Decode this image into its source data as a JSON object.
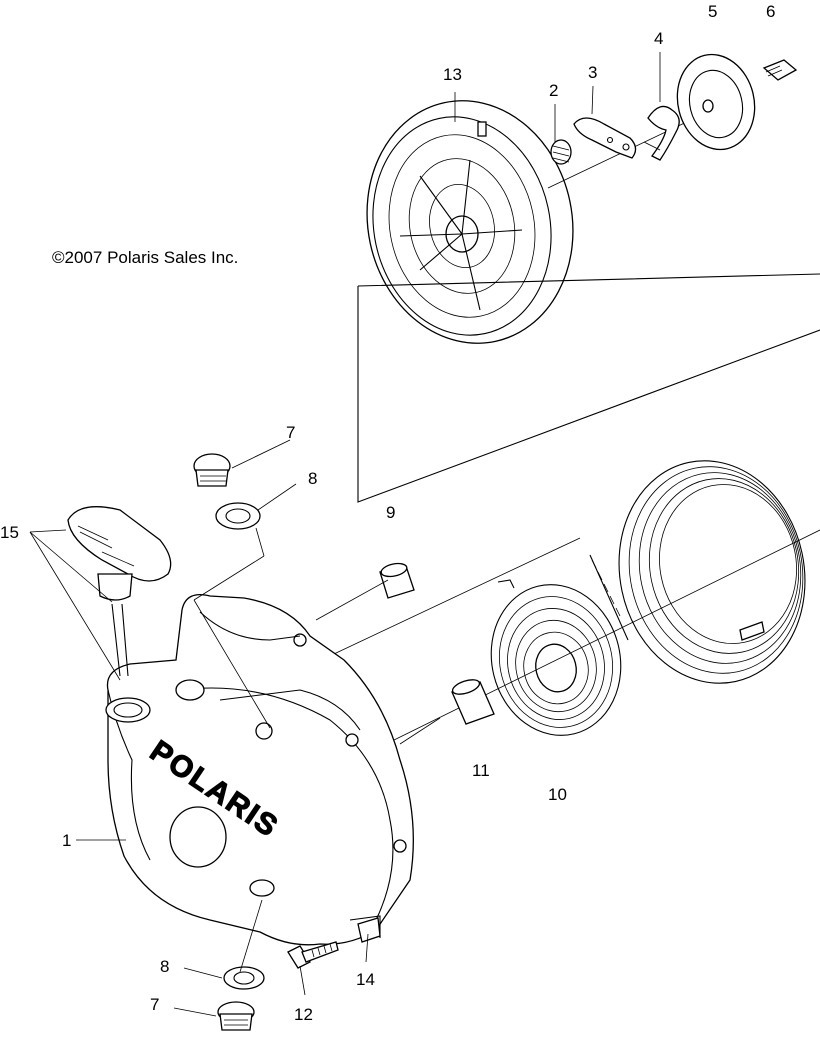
{
  "copyright": "©2007 Polaris Sales Inc.",
  "housing_logo": "POLARIS",
  "callouts": [
    {
      "id": "c1",
      "label": "1"
    },
    {
      "id": "c2",
      "label": "2"
    },
    {
      "id": "c3",
      "label": "3"
    },
    {
      "id": "c4",
      "label": "4"
    },
    {
      "id": "c5",
      "label": "5"
    },
    {
      "id": "c6",
      "label": "6"
    },
    {
      "id": "c7a",
      "label": "7"
    },
    {
      "id": "c7b",
      "label": "7"
    },
    {
      "id": "c8a",
      "label": "8"
    },
    {
      "id": "c8b",
      "label": "8"
    },
    {
      "id": "c9",
      "label": "9"
    },
    {
      "id": "c10",
      "label": "10"
    },
    {
      "id": "c11",
      "label": "11"
    },
    {
      "id": "c12",
      "label": "12"
    },
    {
      "id": "c13",
      "label": "13"
    },
    {
      "id": "c14",
      "label": "14"
    },
    {
      "id": "c15",
      "label": "15"
    }
  ]
}
